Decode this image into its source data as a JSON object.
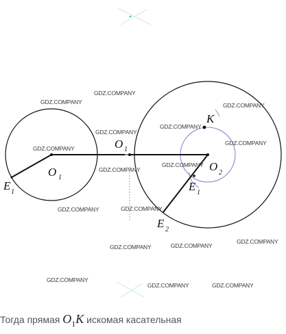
{
  "labels": {
    "O1_left": {
      "main": "O",
      "sub": "1"
    },
    "O1_mid": {
      "main": "O",
      "sub": "1"
    },
    "O2": {
      "main": "O",
      "sub": "2"
    },
    "K": {
      "main": "K"
    },
    "E1": {
      "main": "E",
      "sub": "1"
    },
    "E1_inner": {
      "main": "E",
      "sub": "1"
    },
    "E2": {
      "main": "E",
      "sub": "2"
    }
  },
  "watermark": "GDZ.COMPANY",
  "caption": {
    "before": "Тогда прямая ",
    "var_main": "O",
    "var_sub": "1",
    "var_k": "K",
    "after": " искомая касательная"
  }
}
